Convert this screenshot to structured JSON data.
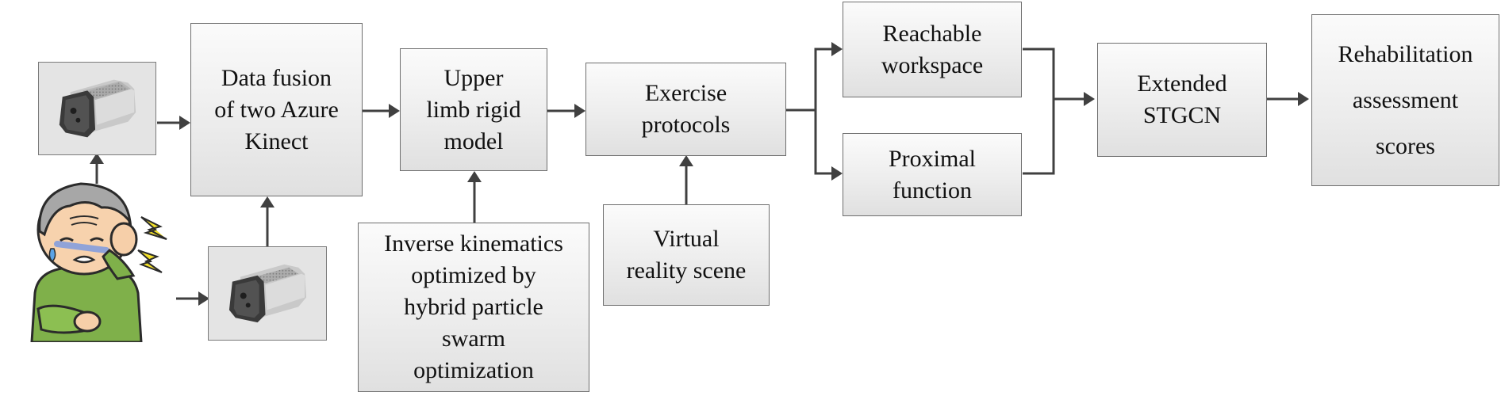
{
  "colors": {
    "line": "#404040",
    "box_border": "#6e6e6e",
    "box_fill": "#ececec"
  },
  "icons": {
    "camera_top": "azure-kinect-camera-icon",
    "camera_bottom": "azure-kinect-camera-icon",
    "patient": "elderly-patient-in-pain-icon"
  },
  "nodes": {
    "data_fusion": [
      "Data fusion",
      "of two Azure",
      "Kinect"
    ],
    "rigid_model": [
      "Upper",
      "limb rigid",
      "model"
    ],
    "inverse_kinematics": [
      "Inverse kinematics",
      "optimized by",
      "hybrid particle",
      "swarm",
      "optimization"
    ],
    "exercise": [
      "Exercise",
      "protocols"
    ],
    "vr_scene": [
      "Virtual",
      "reality scene"
    ],
    "reachable": [
      "Reachable",
      "workspace"
    ],
    "proximal": [
      "Proximal",
      "function"
    ],
    "stgcn": [
      "Extended",
      "STGCN"
    ],
    "scores": [
      "Rehabilitation",
      "assessment",
      "scores"
    ]
  }
}
